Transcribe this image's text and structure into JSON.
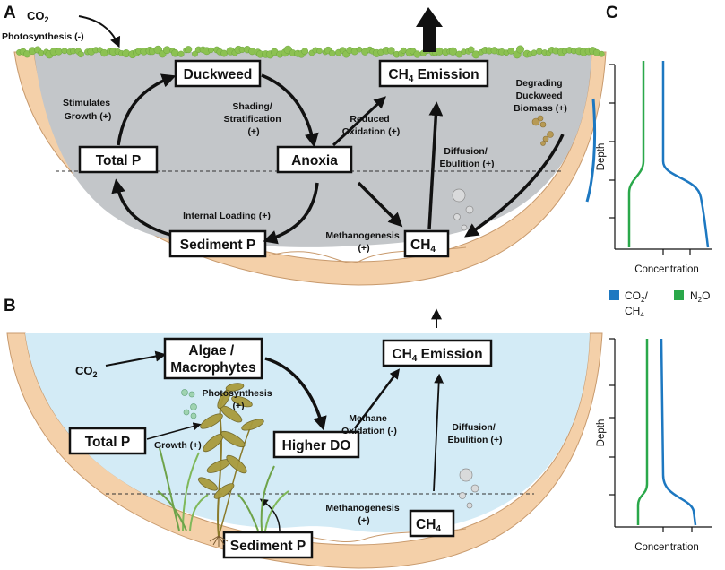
{
  "panels": {
    "a": {
      "letter": "A",
      "co2": "CO",
      "co2_sub": "2",
      "photosynthesis": "Photosynthesis (-)",
      "boxes": {
        "duckweed": "Duckweed",
        "ch4_emission": "CH",
        "ch4_emission_sub": "4",
        "ch4_emission_rest": " Emission",
        "total_p": "Total P",
        "anoxia": "Anoxia",
        "sediment_p": "Sediment P",
        "ch4": "CH",
        "ch4_sub": "4"
      },
      "labels": {
        "stimulates_1": "Stimulates",
        "stimulates_2": "Growth (+)",
        "shading_1": "Shading/",
        "shading_2": "Stratification",
        "shading_3": "(+)",
        "reduced_1": "Reduced",
        "reduced_2": "Oxidation (+)",
        "degrading_1": "Degrading",
        "degrading_2": "Duckweed",
        "degrading_3": "Biomass (+)",
        "diffusion_1": "Diffusion/",
        "diffusion_2": "Ebulition (+)",
        "internal": "Internal Loading (+)",
        "methanogenesis_1": "Methanogenesis",
        "methanogenesis_2": "(+)"
      }
    },
    "b": {
      "letter": "B",
      "co2": "CO",
      "co2_sub": "2",
      "boxes": {
        "algae_1": "Algae /",
        "algae_2": "Macrophytes",
        "ch4_emission": "CH",
        "ch4_emission_sub": "4",
        "ch4_emission_rest": " Emission",
        "total_p": "Total P",
        "higher_do": "Higher DO",
        "sediment_p": "Sediment P",
        "ch4": "CH",
        "ch4_sub": "4"
      },
      "labels": {
        "photosynthesis_1": "Photosynthesis",
        "photosynthesis_2": "(+)",
        "methane_1": "Methane",
        "methane_2": "Oxidation (-)",
        "growth": "Growth (+)",
        "diffusion_1": "Diffusion/",
        "diffusion_2": "Ebulition (+)",
        "methanogenesis_1": "Methanogenesis",
        "methanogenesis_2": "(+)"
      }
    },
    "c": {
      "letter": "C",
      "top_ylabel": "Depth",
      "top_xlabel": "Concentration",
      "bottom_ylabel": "Depth",
      "bottom_xlabel": "Concentration",
      "legend": {
        "blue_1": "CO",
        "blue_1_sub": "2",
        "blue_1_rest": "/",
        "blue_2": "CH",
        "blue_2_sub": "4",
        "green": "N",
        "green_sub": "2",
        "green_rest": "O"
      }
    }
  },
  "colors": {
    "water_a": "#c3c6c9",
    "water_b": "#d3ebf6",
    "sediment": "#f4d0a9",
    "duckweed": "#8cc152",
    "co2_ch4_line": "#1d78c1",
    "n2o_line": "#2aa84a"
  }
}
